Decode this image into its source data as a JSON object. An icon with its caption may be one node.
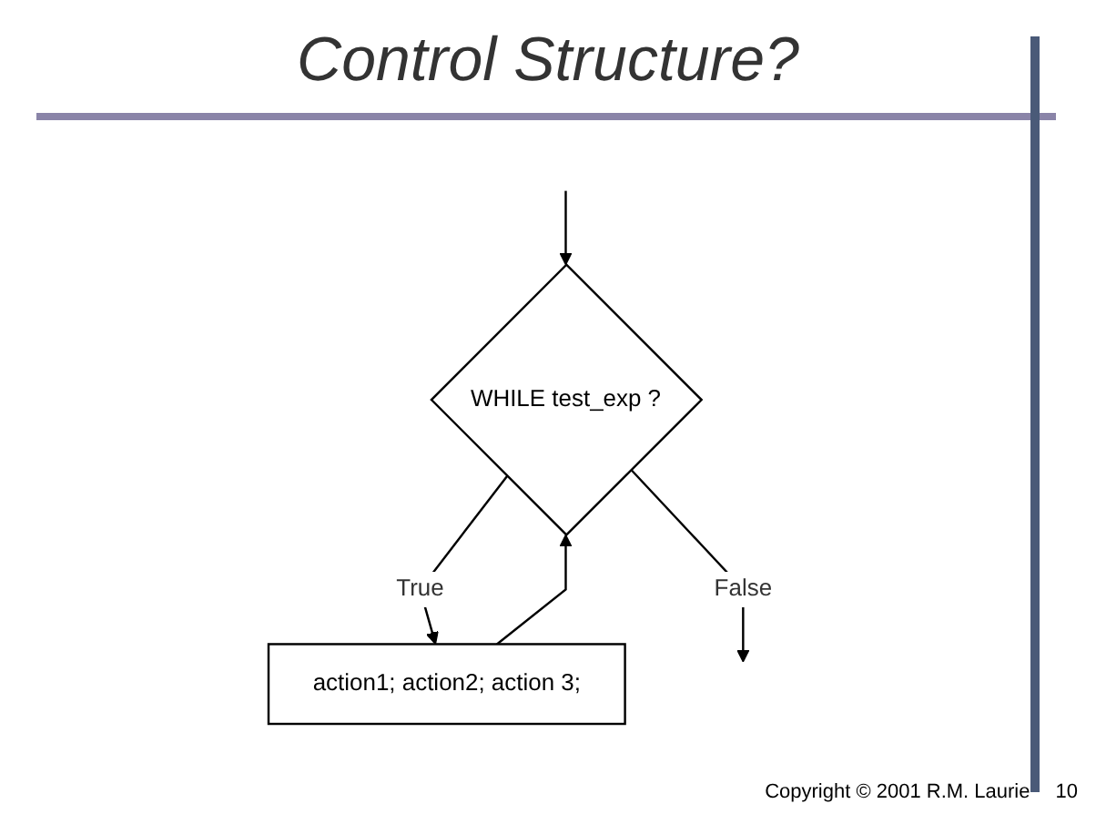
{
  "diagram": {
    "title": "Control Structure?",
    "nodes": [
      {
        "text": [
          "WHILE test_exp ?"
        ]
      },
      {
        "text": [
          "action1; action2; action 3;"
        ]
      }
    ],
    "edges": [
      {
        "from": null,
        "to": 0,
        "arrow": "to"
      },
      {
        "from": 0,
        "to": 1,
        "label": "True",
        "arrow": "to"
      },
      {
        "from": 1,
        "to": 0,
        "arrow": "to"
      },
      {
        "from": 0,
        "to": null,
        "label": "False",
        "arrow": "to"
      }
    ],
    "labels": [
      "Copyright © 2001  R.M. Laurie",
      "10"
    ]
  }
}
